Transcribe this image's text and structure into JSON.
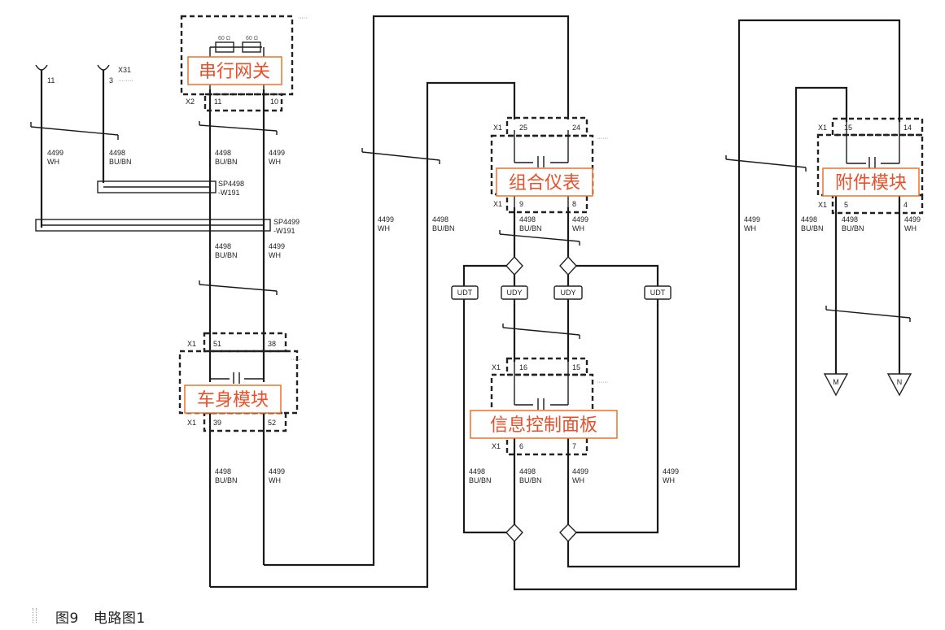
{
  "caption": {
    "figure_number": "图9",
    "title": "电路图1"
  },
  "modules": {
    "serial_gateway": "串行网关",
    "body_module": "车身模块",
    "instrument_cluster": "组合仪表",
    "accessory_module": "附件模块",
    "info_panel": "信息控制面板"
  },
  "connectors": {
    "x1": "X1",
    "x2": "X2",
    "ant_11": "11",
    "ant_3": "3",
    "ant_x31": "X31",
    "gw_pin_11": "11",
    "gw_pin_10": "10",
    "bcm_51": "51",
    "bcm_38": "38",
    "bcm_39": "39",
    "bcm_52": "52",
    "ic_25": "25",
    "ic_24": "24",
    "ic_9": "9",
    "ic_8": "8",
    "am_15": "15",
    "am_14": "14",
    "am_5": "5",
    "am_4": "4",
    "ip_16": "16",
    "ip_15": "15",
    "ip_6": "6",
    "ip_7": "7"
  },
  "resistors": {
    "r1": "60 Ω",
    "r2": "60 Ω"
  },
  "splices": {
    "sp4498_a": "SP4498",
    "sp4498_b": "-W191",
    "sp4499_a": "SP4499",
    "sp4499_b": "-W191"
  },
  "wires": {
    "w4499": "4499",
    "w4498": "4498",
    "wh": "WH",
    "bubn": "BU/BN"
  },
  "tags": {
    "udt": "UDT",
    "udy": "UDY",
    "ground_m": "M",
    "ground_n": "N"
  }
}
